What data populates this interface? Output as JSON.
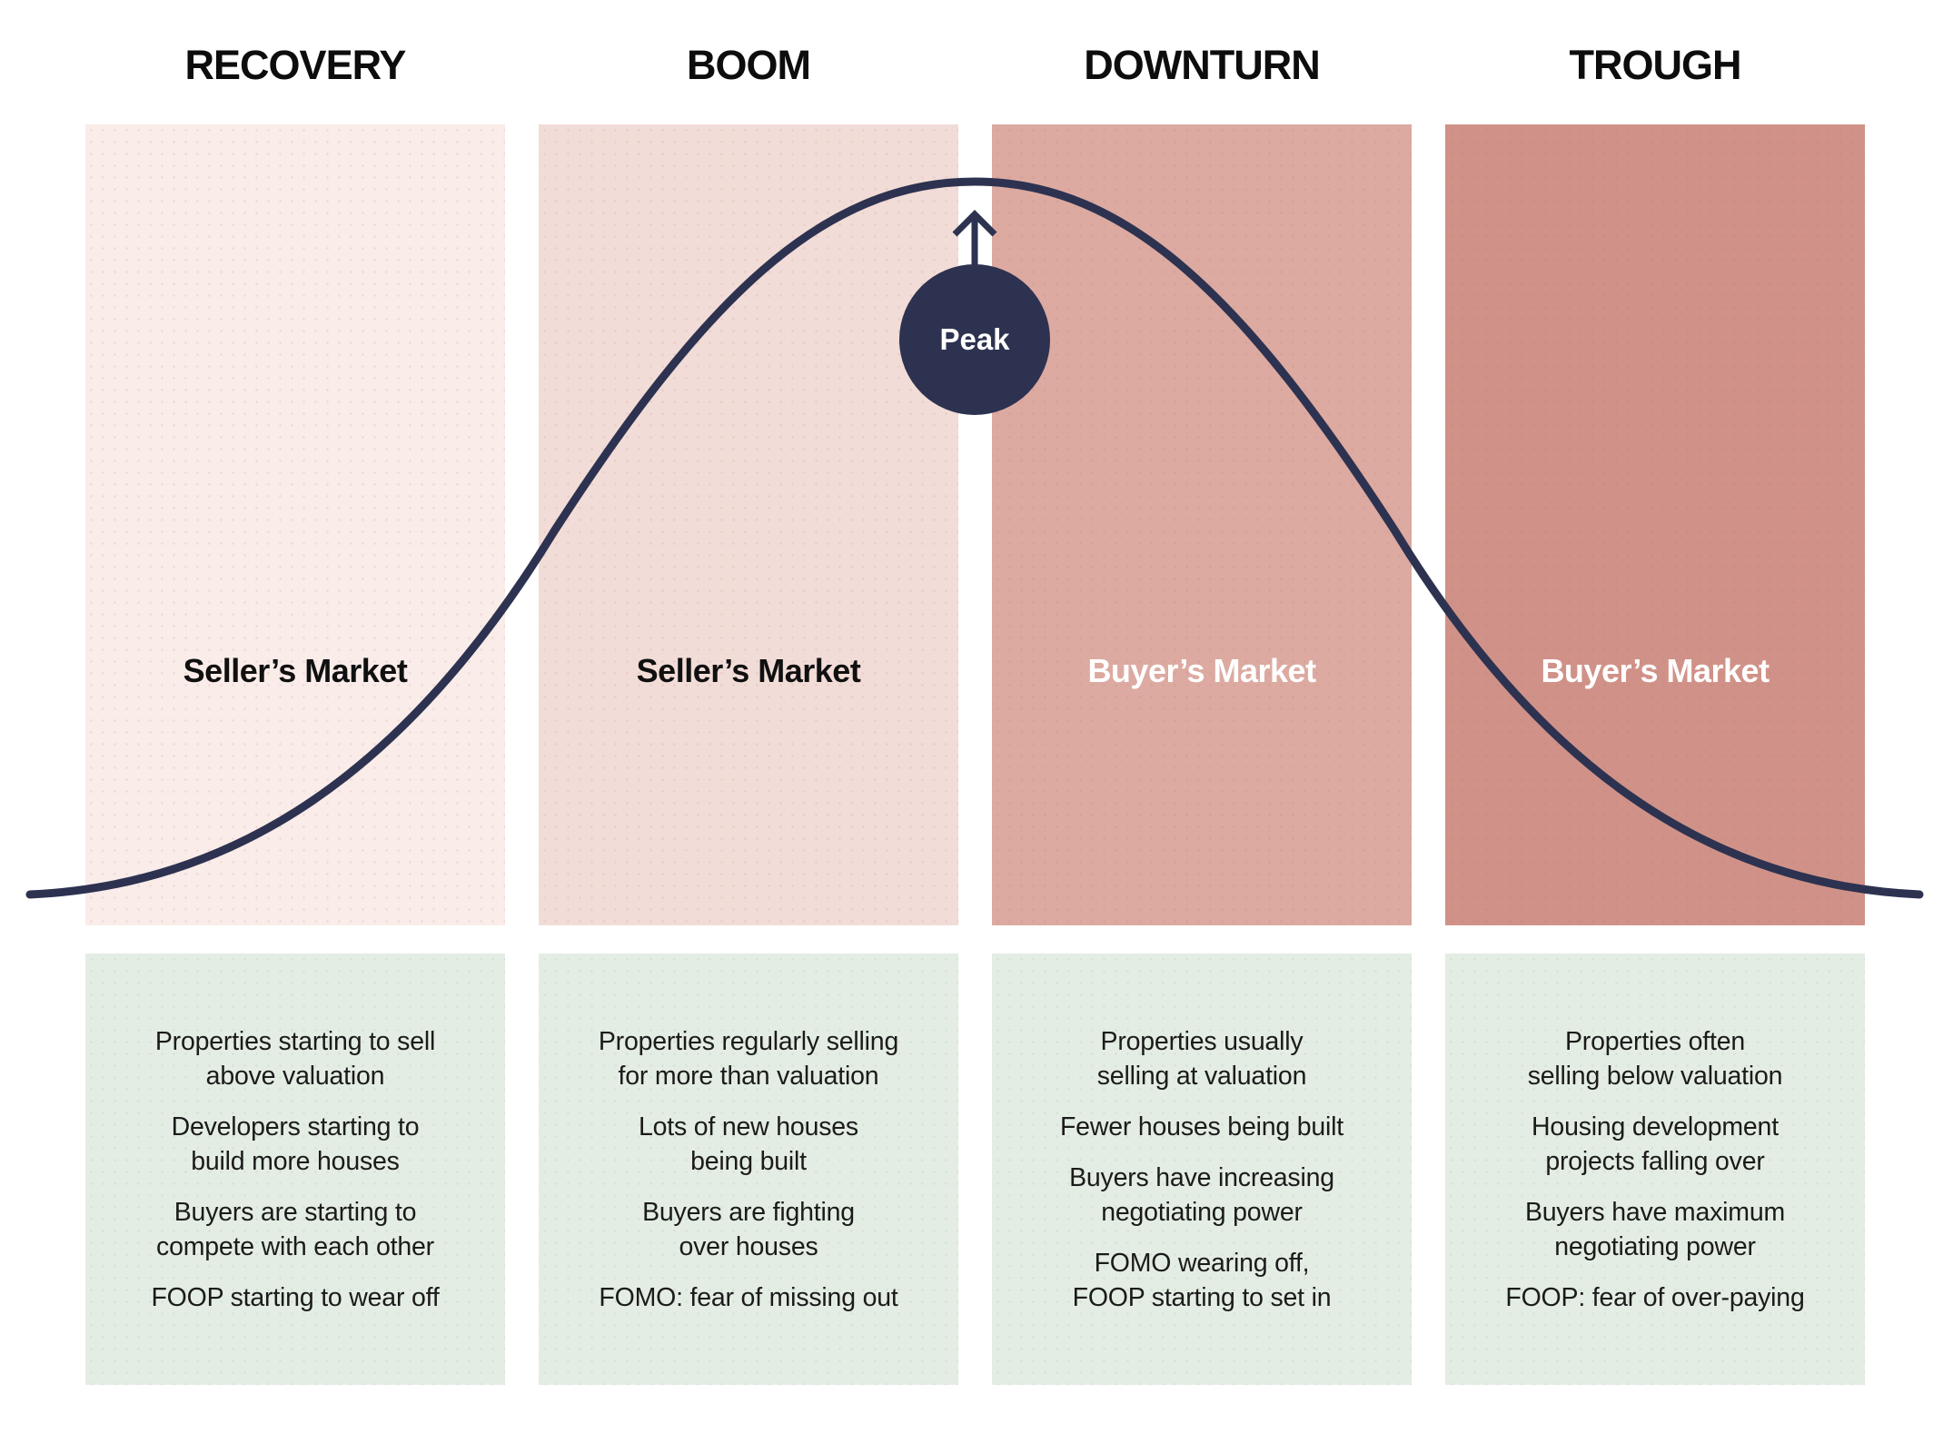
{
  "peak": {
    "label": "Peak"
  },
  "colors": {
    "curve_navy": "#2d3250",
    "note_panel_green": "#e4ede3",
    "background": "#ffffff",
    "header_text": "#0d0d0d",
    "note_text": "#1b1b1b"
  },
  "phases": [
    {
      "header": "RECOVERY",
      "market": "Seller’s Market",
      "market_color": "#101010",
      "column_color": "#f9ece9",
      "notes": [
        "Properties starting to sell\nabove valuation",
        "Developers starting to\nbuild more houses",
        "Buyers are starting to\ncompete with each other",
        "FOOP starting to wear off"
      ]
    },
    {
      "header": "BOOM",
      "market": "Seller’s Market",
      "market_color": "#101010",
      "column_color": "#f2dcd7",
      "notes": [
        "Properties regularly selling\nfor more than valuation",
        "Lots of new houses\nbeing built",
        "Buyers are fighting\nover houses",
        "FOMO: fear of missing out"
      ]
    },
    {
      "header": "DOWNTURN",
      "market": "Buyer’s Market",
      "market_color": "#ffffff",
      "column_color": "#dcaaa1",
      "notes": [
        "Properties usually\nselling at valuation",
        "Fewer houses being built",
        "Buyers have increasing\nnegotiating power",
        "FOMO wearing off,\nFOOP starting to set in"
      ]
    },
    {
      "header": "TROUGH",
      "market": "Buyer’s Market",
      "market_color": "#ffffff",
      "column_color": "#d09288",
      "notes": [
        "Properties often\nselling below valuation",
        "Housing development\nprojects falling over",
        "Buyers have maximum\nnegotiating power",
        "FOOP: fear of over-paying"
      ]
    }
  ]
}
